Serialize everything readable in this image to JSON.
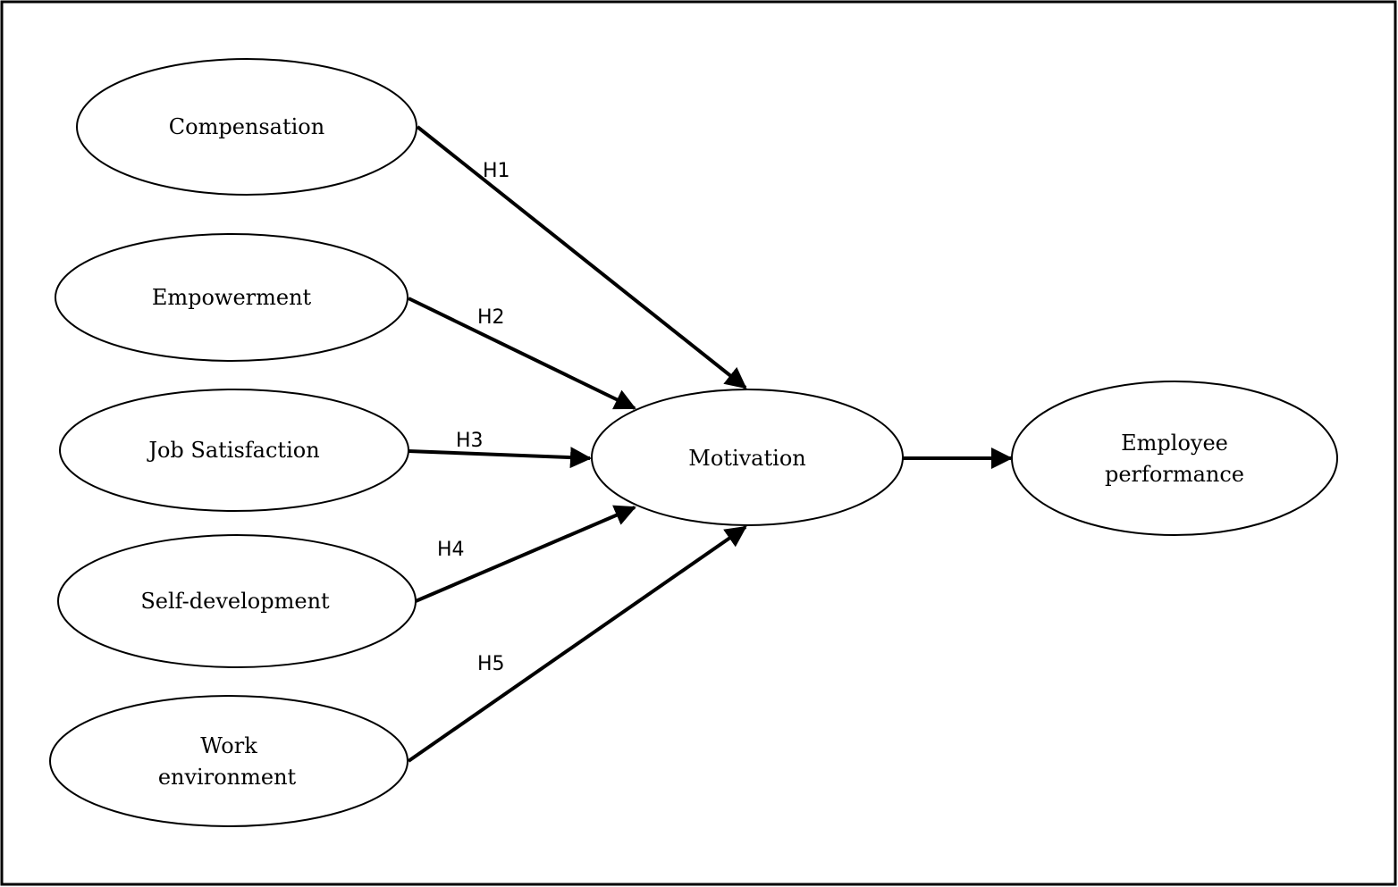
{
  "diagram": {
    "nodes": {
      "compensation": {
        "label": "Compensation"
      },
      "empowerment": {
        "label": "Empowerment"
      },
      "job_satisfaction": {
        "label": "Job Satisfaction"
      },
      "self_development": {
        "label": "Self-development"
      },
      "work_environment": {
        "label_line1": "Work",
        "label_line2": "environment"
      },
      "motivation": {
        "label": "Motivation"
      },
      "employee_performance": {
        "label_line1": "Employee",
        "label_line2": "performance"
      }
    },
    "edges": [
      {
        "from": "Compensation",
        "to": "Motivation",
        "label": "H1"
      },
      {
        "from": "Empowerment",
        "to": "Motivation",
        "label": "H2"
      },
      {
        "from": "Job Satisfaction",
        "to": "Motivation",
        "label": "H3"
      },
      {
        "from": "Self-development",
        "to": "Motivation",
        "label": "H4"
      },
      {
        "from": "Work environment",
        "to": "Motivation",
        "label": "H5"
      },
      {
        "from": "Motivation",
        "to": "Employee performance",
        "label": ""
      }
    ]
  }
}
